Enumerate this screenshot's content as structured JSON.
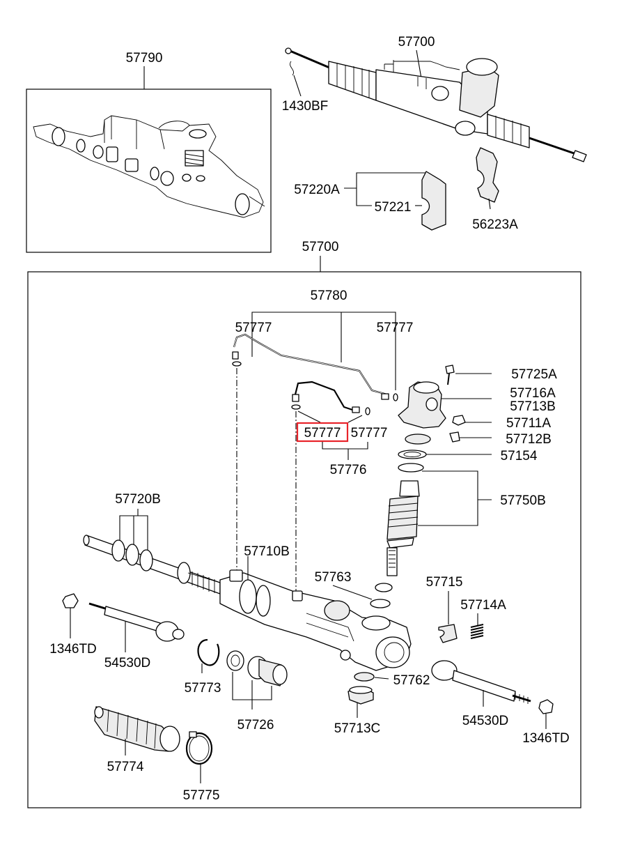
{
  "diagram": {
    "callouts": {
      "top_box": "57790",
      "assembly_top": "57700",
      "clip": "1430BF",
      "bracket_a": "57220A",
      "bracket_b": "57221",
      "bracket_c": "56223A",
      "main_box": "57700",
      "tube_set": "57780",
      "oring_left": "57777",
      "oring_right": "57777",
      "bolt": "57725A",
      "valve_housing": "57716A",
      "plug": "57713B",
      "nut_a": "57711A",
      "nut_b": "57712B",
      "oring_highlight": "57777",
      "oring_mid": "57777",
      "tube_short": "57776",
      "seal": "57154",
      "valve_body": "57750B",
      "rack_seals": "57720B",
      "gear_housing": "57710B",
      "bushing": "57763",
      "yoke": "57715",
      "spring": "57714A",
      "nut_left": "1346TD",
      "tie_rod_left": "54530D",
      "snap_ring": "57773",
      "bushing_set": "57726",
      "dust_seal": "57762",
      "yoke_plug": "57713C",
      "tie_rod_right": "54530D",
      "nut_right": "1346TD",
      "bellows": "57774",
      "clamp": "57775"
    },
    "highlight_color": "#e8232a"
  }
}
